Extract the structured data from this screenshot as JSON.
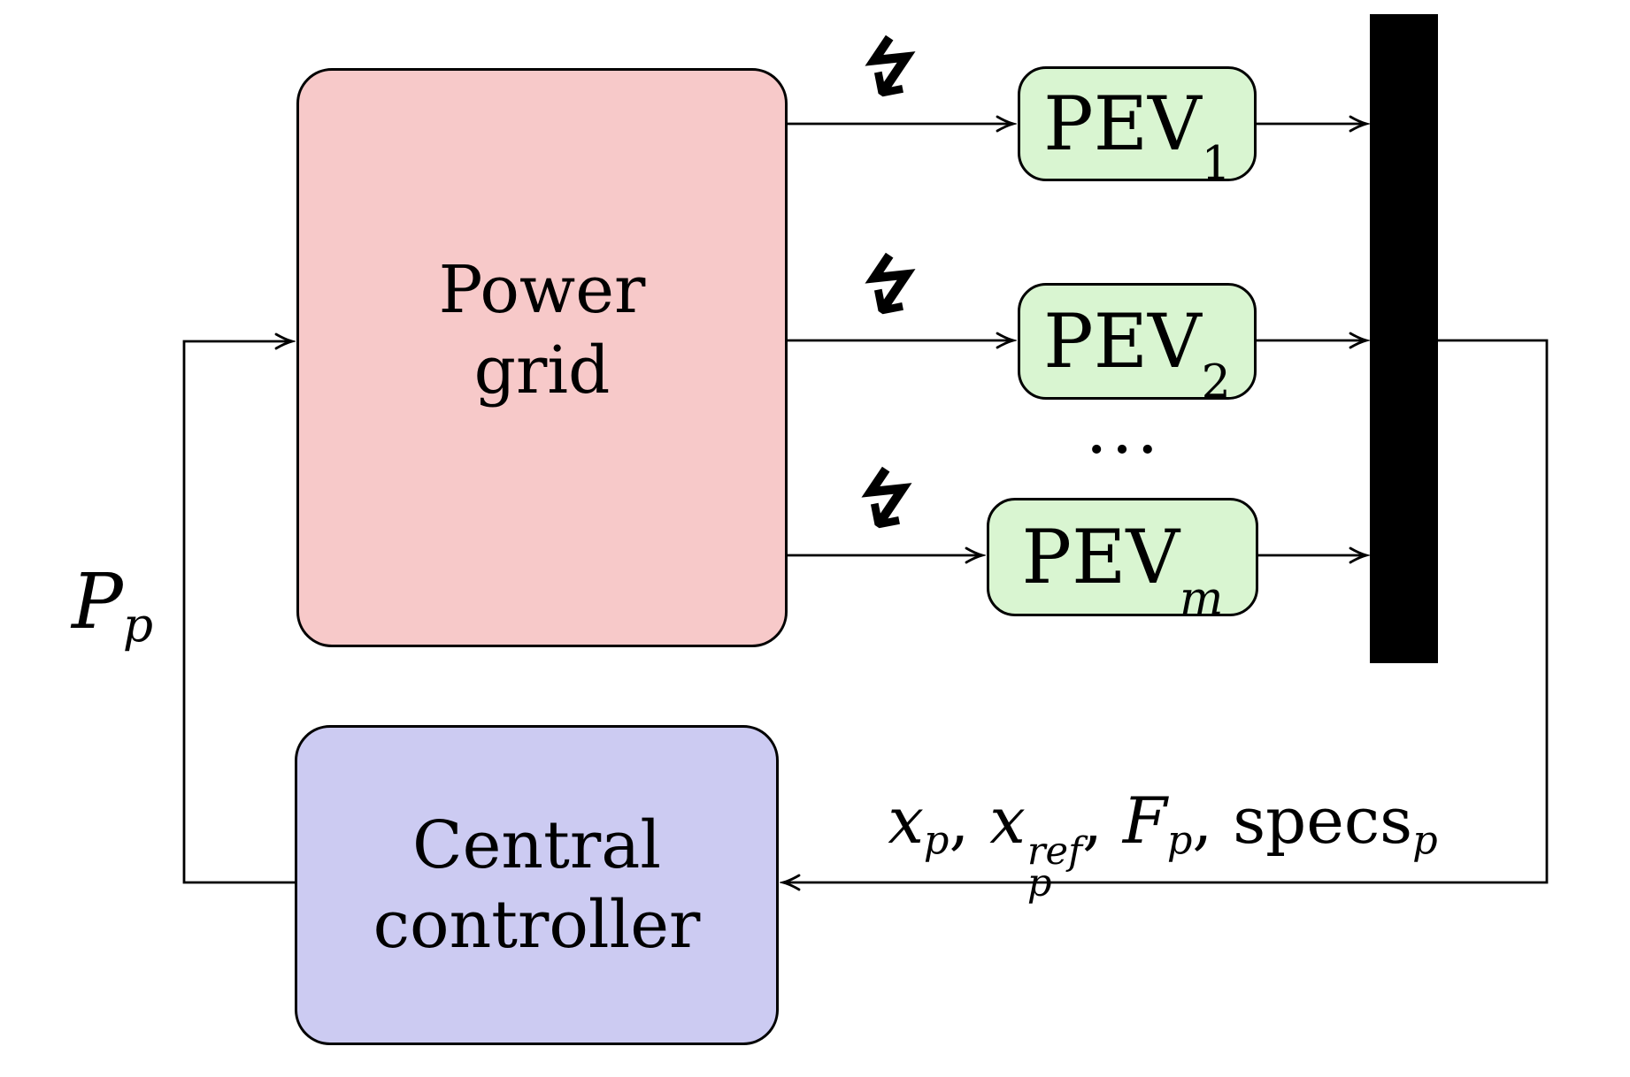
{
  "colors": {
    "power_grid_fill": "#f7c9c9",
    "pev_fill": "#d9f5d1",
    "controller_fill": "#cccbf2",
    "line_color": "#000000",
    "bus_bar_fill": "#000000",
    "bg": "#ffffff"
  },
  "icons": {
    "lightning_char": "↯"
  },
  "blocks": {
    "power_grid": {
      "line1": "Power",
      "line2": "grid"
    },
    "pev1": {
      "base": "PEV",
      "sub": "1"
    },
    "pev2": {
      "base": "PEV",
      "sub": "2"
    },
    "pev_m": {
      "base": "PEV",
      "sub": "m"
    },
    "ellipsis": "...",
    "controller": {
      "line1": "Central",
      "line2": "controller"
    }
  },
  "labels": {
    "pp": {
      "base": "P",
      "sub": "p"
    },
    "feedback": {
      "p1_base": "x",
      "p1_sub": "p",
      "sep1": ", ",
      "p2_base": "x",
      "p2_sup": "ref",
      "p2_sub": "p",
      "sep2": ", ",
      "p3_base": "F",
      "p3_sub": "p",
      "sep3": ", ",
      "p4_base": "specs",
      "p4_sub": "p"
    }
  }
}
